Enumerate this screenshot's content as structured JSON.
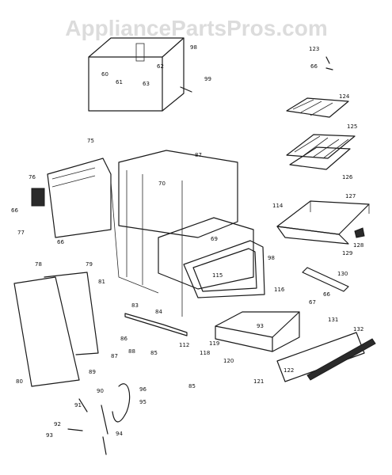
{
  "watermark": "AppliancePartsPros.com",
  "callouts": [
    {
      "id": "c98",
      "text": "98"
    },
    {
      "id": "c123",
      "text": "123"
    },
    {
      "id": "c66a",
      "text": "66"
    },
    {
      "id": "c60",
      "text": "60"
    },
    {
      "id": "c62",
      "text": "62"
    },
    {
      "id": "c61",
      "text": "61"
    },
    {
      "id": "c63",
      "text": "63"
    },
    {
      "id": "c99",
      "text": "99"
    },
    {
      "id": "c124",
      "text": "124"
    },
    {
      "id": "c125",
      "text": "125"
    },
    {
      "id": "c126",
      "text": "126"
    },
    {
      "id": "c75",
      "text": "75"
    },
    {
      "id": "c87",
      "text": "87"
    },
    {
      "id": "c76",
      "text": "76"
    },
    {
      "id": "c70",
      "text": "70"
    },
    {
      "id": "c127",
      "text": "127"
    },
    {
      "id": "c66b",
      "text": "66"
    },
    {
      "id": "c114",
      "text": "114"
    },
    {
      "id": "c77",
      "text": "77"
    },
    {
      "id": "c66c",
      "text": "66"
    },
    {
      "id": "c69",
      "text": "69"
    },
    {
      "id": "c128",
      "text": "128"
    },
    {
      "id": "c129",
      "text": "129"
    },
    {
      "id": "c98b",
      "text": "98"
    },
    {
      "id": "c78",
      "text": "78"
    },
    {
      "id": "c79",
      "text": "79"
    },
    {
      "id": "c115",
      "text": "115"
    },
    {
      "id": "c130",
      "text": "130"
    },
    {
      "id": "c81",
      "text": "81"
    },
    {
      "id": "c116",
      "text": "116"
    },
    {
      "id": "c66d",
      "text": "66"
    },
    {
      "id": "c67",
      "text": "67"
    },
    {
      "id": "c83",
      "text": "83"
    },
    {
      "id": "c84",
      "text": "84"
    },
    {
      "id": "c93",
      "text": "93"
    },
    {
      "id": "c131",
      "text": "131"
    },
    {
      "id": "c132",
      "text": "132"
    },
    {
      "id": "c86",
      "text": "86"
    },
    {
      "id": "c88",
      "text": "88"
    },
    {
      "id": "c85",
      "text": "85"
    },
    {
      "id": "c112",
      "text": "112"
    },
    {
      "id": "c118",
      "text": "118"
    },
    {
      "id": "c119",
      "text": "119"
    },
    {
      "id": "c87b",
      "text": "87"
    },
    {
      "id": "c120",
      "text": "120"
    },
    {
      "id": "c122",
      "text": "122"
    },
    {
      "id": "c89",
      "text": "89"
    },
    {
      "id": "c121",
      "text": "121"
    },
    {
      "id": "c80",
      "text": "80"
    },
    {
      "id": "c90",
      "text": "90"
    },
    {
      "id": "c96",
      "text": "96"
    },
    {
      "id": "c85b",
      "text": "85"
    },
    {
      "id": "c91",
      "text": "91"
    },
    {
      "id": "c95",
      "text": "95"
    },
    {
      "id": "c92",
      "text": "92"
    },
    {
      "id": "c93b",
      "text": "93"
    },
    {
      "id": "c94",
      "text": "94"
    }
  ]
}
